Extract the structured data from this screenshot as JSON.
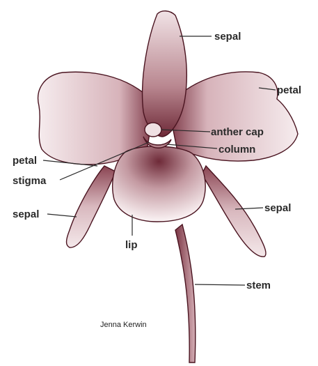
{
  "colors": {
    "ink": "#4a1420",
    "shade_dark": "#6e2a38",
    "shade_mid": "#a8707c",
    "shade_light": "#e9d6da",
    "label": "#2a2a2a"
  },
  "labels": {
    "sepal_top": "sepal",
    "petal_right": "petal",
    "anther_cap": "anther cap",
    "column": "column",
    "petal_left": "petal",
    "stigma": "stigma",
    "sepal_left": "sepal",
    "sepal_right": "sepal",
    "lip": "lip",
    "stem": "stem"
  },
  "credit": "Jenna Kerwin"
}
